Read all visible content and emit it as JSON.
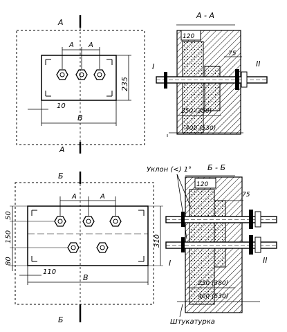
{
  "top_view": {
    "section_mark_top": "A",
    "section_mark_bottom": "A",
    "dim_a_left": "A",
    "dim_a_right": "A",
    "dim_height": "235",
    "dim_offset": "10",
    "dim_width": "B"
  },
  "top_section": {
    "title": "A - A",
    "dim_top": "120",
    "dim_offset": "75",
    "dim_wall": "250 (350)",
    "dim_total": "400 (530)",
    "side_left": "I",
    "side_right": "II"
  },
  "bottom_view": {
    "section_mark_top": "Б",
    "section_mark_bottom": "Б",
    "dim_a_left": "A",
    "dim_a_right": "A",
    "dim_top": "50",
    "dim_mid": "150",
    "dim_bottom": "80",
    "dim_height": "310",
    "dim_offset": "110",
    "dim_width": "B"
  },
  "bottom_section": {
    "title": "Б - Б",
    "slope_label": "Уклон (<) 1°",
    "dim_top": "120",
    "dim_offset": "75",
    "dim_wall": "250 (380)",
    "dim_total": "400 (530)",
    "side_left": "I",
    "side_right": "II",
    "plaster_label": "Штукатурка"
  }
}
